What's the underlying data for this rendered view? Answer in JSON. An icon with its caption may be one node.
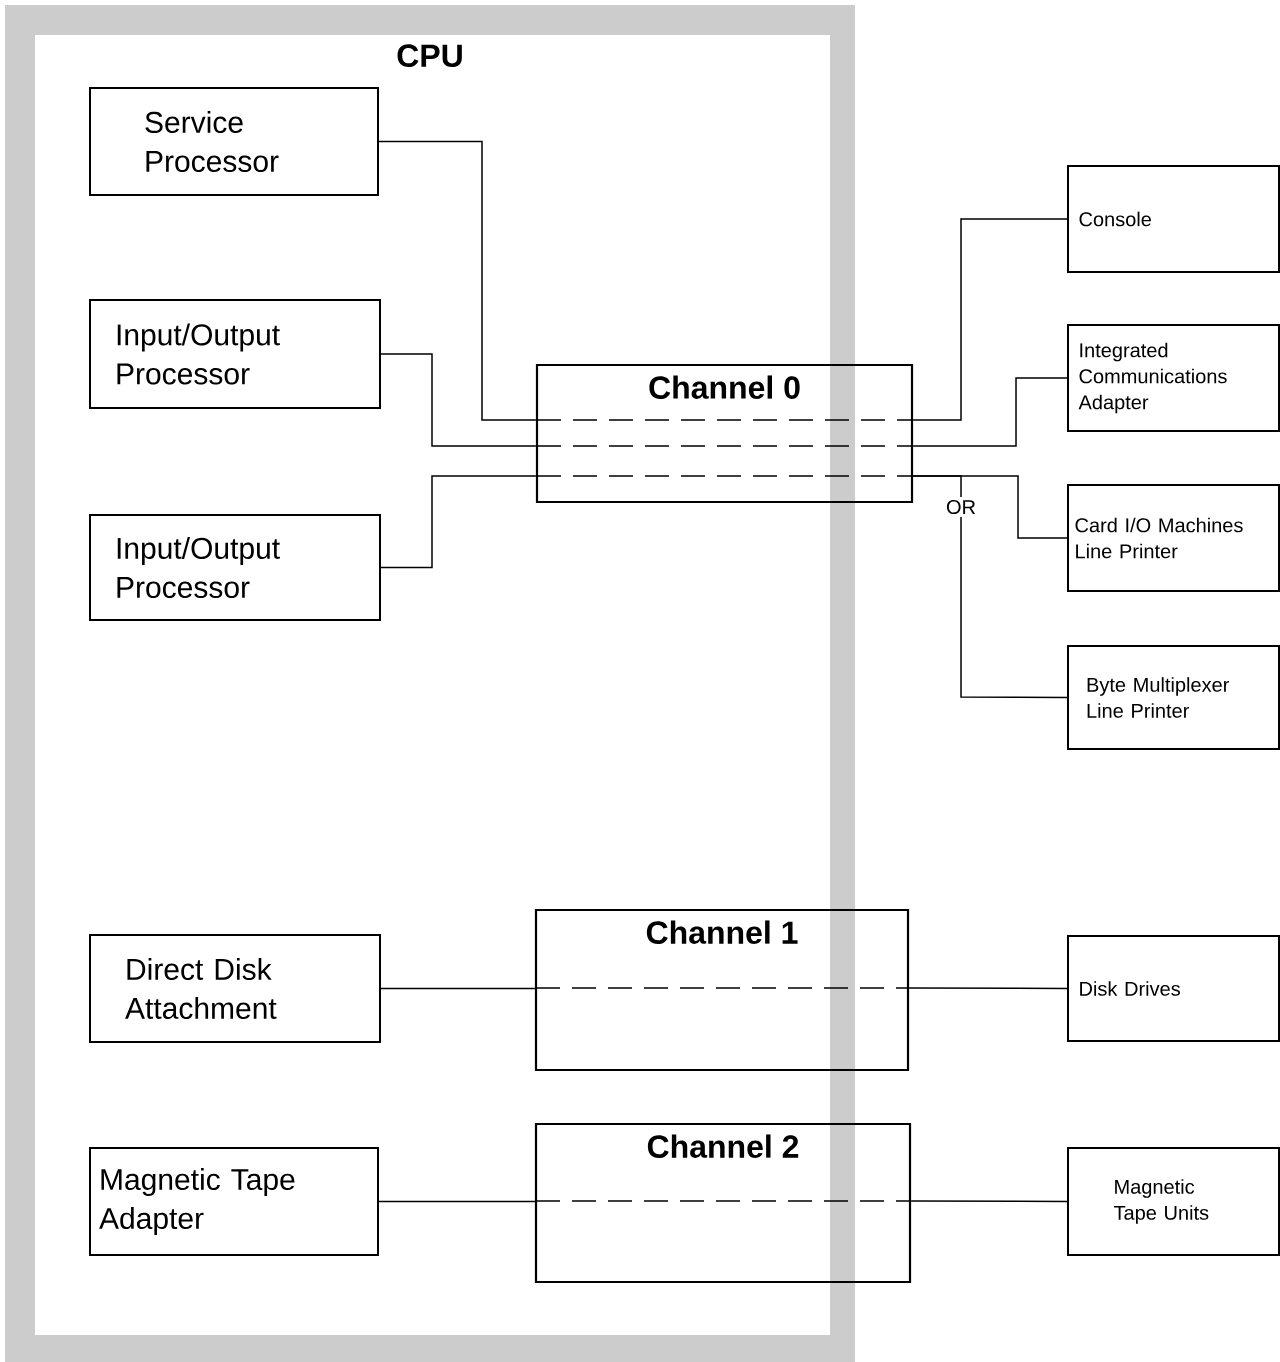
{
  "diagram": {
    "nodes": [
      {
        "text": [
          "CPU"
        ]
      },
      {
        "text": [
          "Service Processor"
        ],
        "in": 0
      },
      {
        "text": [
          "Input/Output Processor"
        ],
        "in": 0
      },
      {
        "text": [
          "Input/Output Processor"
        ],
        "in": 0
      },
      {
        "text": [
          "Channel 0"
        ]
      },
      {
        "text": [
          "Direct Disk Attachment"
        ],
        "in": 0
      },
      {
        "text": [
          "Magnetic Tape Adapter"
        ],
        "in": 0
      },
      {
        "text": [
          "Channel 1"
        ]
      },
      {
        "text": [
          "Channel 2"
        ]
      },
      {
        "text": [
          "Console"
        ]
      },
      {
        "text": [
          "Integrated Communications Adapter"
        ]
      },
      {
        "text": [
          "Card I/O Machines Line Printer"
        ]
      },
      {
        "text": [
          "Byte Multiplexer Line Printer"
        ]
      },
      {
        "text": [
          "Disk Drives"
        ]
      },
      {
        "text": [
          "Magnetic Tape Units"
        ]
      }
    ],
    "edges": [
      {
        "from": 1,
        "to": 4,
        "arrow": "none"
      },
      {
        "from": 4,
        "to": 9,
        "arrow": "none"
      },
      {
        "from": 2,
        "to": 4,
        "arrow": "none"
      },
      {
        "from": 4,
        "to": 10,
        "arrow": "none"
      },
      {
        "from": 3,
        "to": 4,
        "arrow": "none"
      },
      {
        "from": 4,
        "to": 11,
        "arrow": "none"
      },
      {
        "from": 4,
        "to": 12,
        "arrow": "none",
        "label": "OR"
      },
      {
        "from": 5,
        "to": 7,
        "arrow": "none"
      },
      {
        "from": 7,
        "to": 13,
        "arrow": "none"
      },
      {
        "from": 6,
        "to": 8,
        "arrow": "none"
      },
      {
        "from": 8,
        "to": 14,
        "arrow": "none"
      }
    ]
  }
}
